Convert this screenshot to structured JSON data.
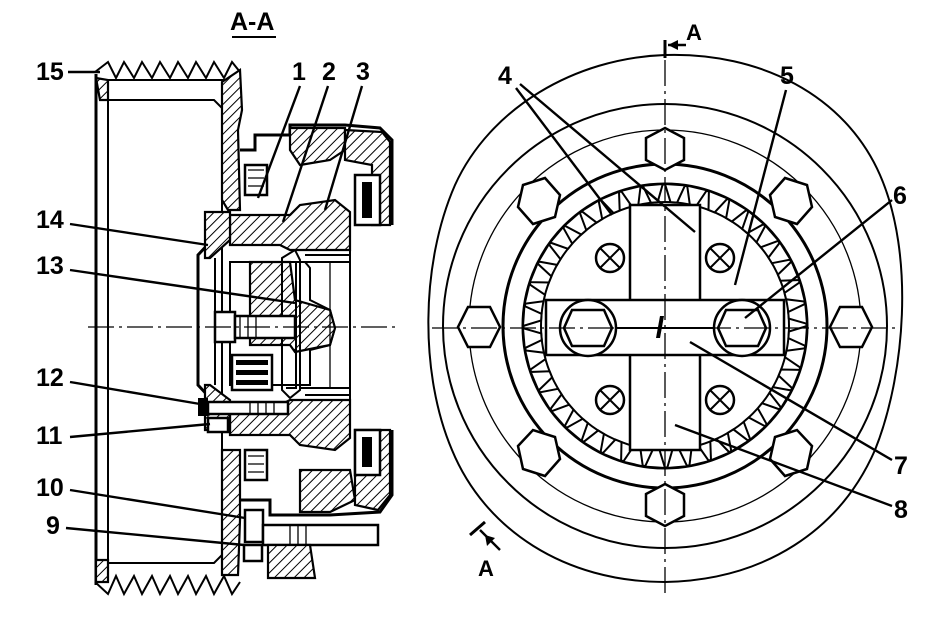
{
  "section_title": "A-A",
  "section_marks": {
    "top": "A",
    "bottom": "A"
  },
  "callouts": [
    {
      "id": "1",
      "text": "1"
    },
    {
      "id": "2",
      "text": "2"
    },
    {
      "id": "3",
      "text": "3"
    },
    {
      "id": "4",
      "text": "4"
    },
    {
      "id": "5",
      "text": "5"
    },
    {
      "id": "6",
      "text": "6"
    },
    {
      "id": "7",
      "text": "7"
    },
    {
      "id": "8",
      "text": "8"
    },
    {
      "id": "9",
      "text": "9"
    },
    {
      "id": "10",
      "text": "10"
    },
    {
      "id": "11",
      "text": "11"
    },
    {
      "id": "12",
      "text": "12"
    },
    {
      "id": "13",
      "text": "13"
    },
    {
      "id": "14",
      "text": "14"
    },
    {
      "id": "15",
      "text": "15"
    }
  ],
  "colors": {
    "ink": "#000000",
    "paper": "#ffffff"
  }
}
